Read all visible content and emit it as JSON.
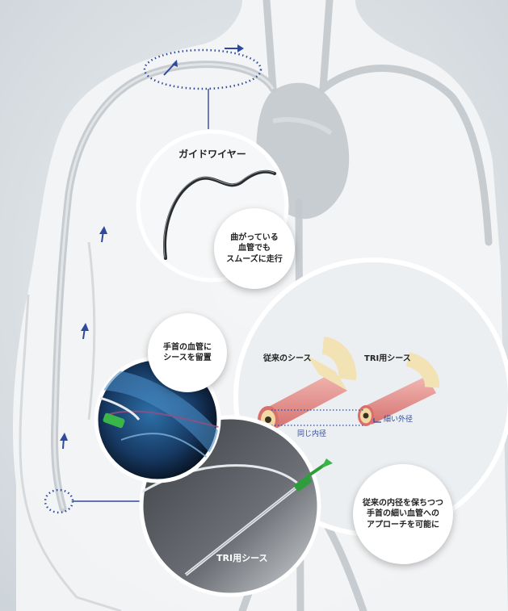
{
  "labels": {
    "guidewire_title": "ガイドワイヤー",
    "guidewire_note": "曲がっている\n血管でも\nスムーズに走行",
    "wrist_note": "手首の血管に\nシースを留置",
    "conventional_sheath": "従来のシース",
    "tri_sheath": "TRI用シース",
    "same_inner": "同じ内径",
    "thin_outer": "細い外径",
    "benefit_note": "従来の内径を保ちつつ\n手首の細い血管への\nアプローチを可能に",
    "tri_sheath_bottom": "TRI用シース"
  },
  "colors": {
    "background": "#dfe4e8",
    "body": "#eef0f2",
    "vessel": "#c7ccd1",
    "arrow": "#2f4a9c",
    "sheath_tube": "#e9a09e",
    "sheath_core": "#f3e2b3",
    "sheath_hub": "#2e9d3c"
  }
}
